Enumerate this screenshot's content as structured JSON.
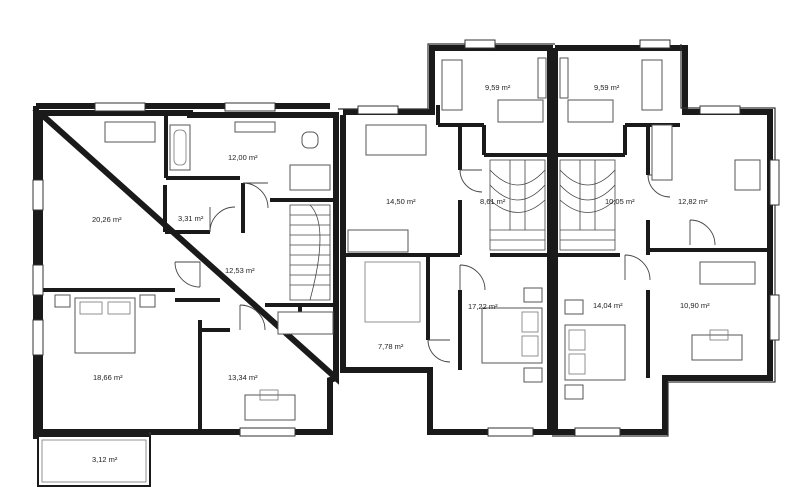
{
  "rooms": [
    {
      "id": "bedroom-west",
      "area": "20,26 m²"
    },
    {
      "id": "bathroom-west",
      "area": "12,00 m²"
    },
    {
      "id": "closet-west",
      "area": "3,31 m²"
    },
    {
      "id": "hall-west",
      "area": "12,53 m²"
    },
    {
      "id": "master-bedroom-west",
      "area": "18,66 m²"
    },
    {
      "id": "bedroom-southwest",
      "area": "13,34 m²"
    },
    {
      "id": "balcony",
      "area": "3,12 m²"
    },
    {
      "id": "bedroom-center-left",
      "area": "14,50 m²"
    },
    {
      "id": "hall-center-left",
      "area": "8,61 m²"
    },
    {
      "id": "bathroom-center-left",
      "area": "9,59 m²"
    },
    {
      "id": "bedroom-center-south",
      "area": "17,22 m²"
    },
    {
      "id": "closet-center",
      "area": "7,78 m²"
    },
    {
      "id": "bathroom-center-right",
      "area": "9,59 m²"
    },
    {
      "id": "hall-center-right",
      "area": "10,05 m²"
    },
    {
      "id": "bedroom-east",
      "area": "12,82 m²"
    },
    {
      "id": "master-bedroom-east",
      "area": "14,04 m²"
    },
    {
      "id": "bedroom-southeast",
      "area": "10,90 m²"
    }
  ]
}
